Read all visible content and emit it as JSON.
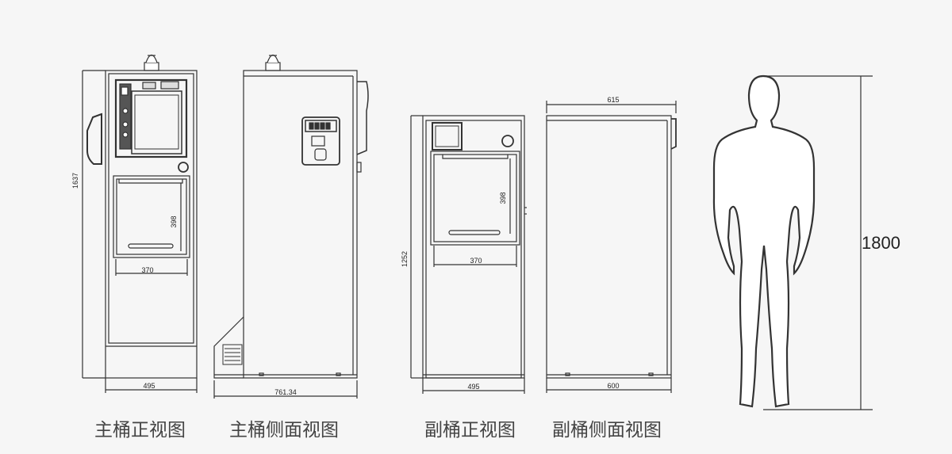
{
  "captions": {
    "main_front": "主桶正视图",
    "main_side": "主桶侧面视图",
    "sub_front": "副桶正视图",
    "sub_side": "副桶侧面视图"
  },
  "dimensions": {
    "main_height": "1637",
    "main_width": "495",
    "main_opening_width": "370",
    "main_opening_height": "398",
    "main_side_depth": "761.34",
    "sub_height": "1252",
    "sub_width": "495",
    "sub_opening_width": "370",
    "sub_opening_height": "398",
    "sub_side_top": "615",
    "sub_side_depth": "600",
    "human_height": "1800"
  }
}
